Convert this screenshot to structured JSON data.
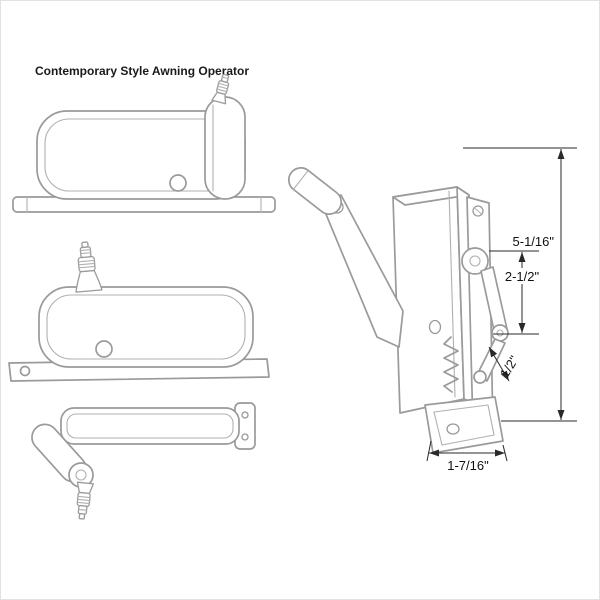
{
  "title": "Contemporary Style Awning Operator",
  "dimension_labels": {
    "overall_height": "5-1/16\"",
    "link_height": "2-1/2\"",
    "base_offset": "1/2\"",
    "base_width": "1-7/16\""
  },
  "colors": {
    "line_art": "#9a9a9a",
    "dimension_lines": "#2a2a2a",
    "background": "#ffffff"
  }
}
